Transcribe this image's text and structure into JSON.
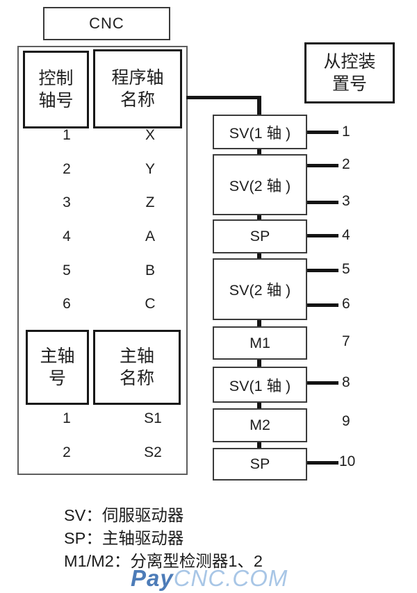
{
  "cnc_box": {
    "label": "CNC"
  },
  "headers": {
    "control_axis": {
      "line1": "控制",
      "line2": "轴号"
    },
    "program_axis": {
      "line1": "程序轴",
      "line2": "名称"
    },
    "spindle_no": {
      "line1": "主轴",
      "line2": "号"
    },
    "spindle_name": {
      "line1": "主轴",
      "line2": "名称"
    },
    "slave_device": {
      "line1": "从控装",
      "line2": "置号"
    }
  },
  "axes": [
    {
      "no": "1",
      "name": "X"
    },
    {
      "no": "2",
      "name": "Y"
    },
    {
      "no": "3",
      "name": "Z"
    },
    {
      "no": "4",
      "name": "A"
    },
    {
      "no": "5",
      "name": "B"
    },
    {
      "no": "6",
      "name": "C"
    }
  ],
  "spindles": [
    {
      "no": "1",
      "name": "S1"
    },
    {
      "no": "2",
      "name": "S2"
    }
  ],
  "chain": {
    "boxes": [
      {
        "label": "SV(1 轴 )"
      },
      {
        "label": "SV(2 轴 )"
      },
      {
        "label": "SP"
      },
      {
        "label": "SV(2 轴 )"
      },
      {
        "label": "M1"
      },
      {
        "label": "SV(1 轴 )"
      },
      {
        "label": "M2"
      },
      {
        "label": "SP"
      }
    ]
  },
  "slave_numbers": [
    {
      "value": "1"
    },
    {
      "value": "2"
    },
    {
      "value": "3"
    },
    {
      "value": "4"
    },
    {
      "value": "5"
    },
    {
      "value": "6"
    },
    {
      "value": "7"
    },
    {
      "value": "8"
    },
    {
      "value": "9"
    },
    {
      "value": "10"
    }
  ],
  "legend": {
    "line1": "SV：伺服驱动器",
    "line2": "SP：主轴驱动器",
    "line3": "M1/M2：分离型检测器1、2"
  },
  "watermark": {
    "bold": "Pay",
    "light": "CNC.COM"
  },
  "colors": {
    "line": "#161616",
    "watermark_bold": "#4d7cb8",
    "watermark_light": "#a8c6e6"
  }
}
